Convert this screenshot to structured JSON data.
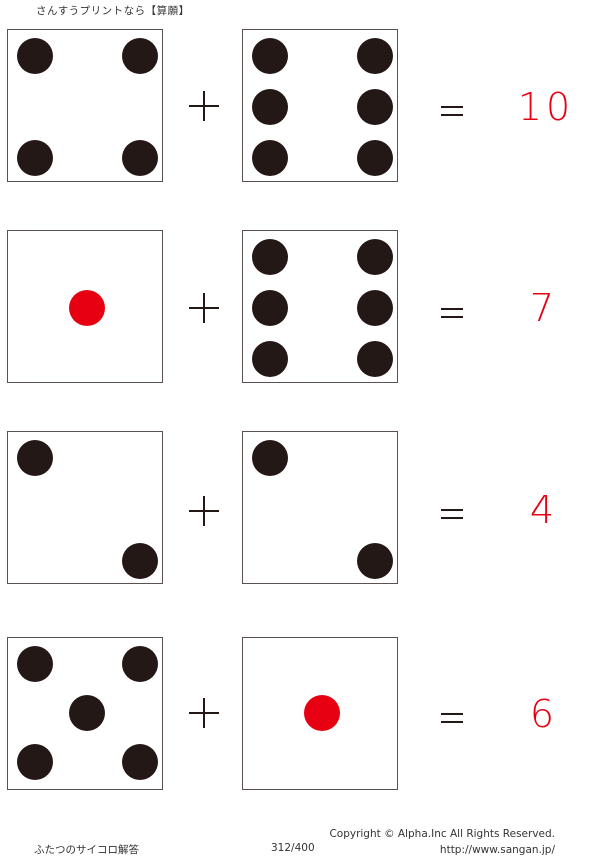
{
  "header": {
    "title": "さんすうプリントなら【算願】"
  },
  "colors": {
    "pip": "#231815",
    "accent": "#e60012",
    "border": "#5a5250"
  },
  "problems": [
    {
      "left_die": 4,
      "right_die": 6,
      "operator": "+",
      "equals": "=",
      "answer": "10"
    },
    {
      "left_die": 1,
      "right_die": 6,
      "operator": "+",
      "equals": "=",
      "answer": "7"
    },
    {
      "left_die": 2,
      "right_die": 2,
      "operator": "+",
      "equals": "=",
      "answer": "4"
    },
    {
      "left_die": 5,
      "right_die": 1,
      "operator": "+",
      "equals": "=",
      "answer": "6"
    }
  ],
  "footer": {
    "worksheet_title": "ふたつのサイコロ解答",
    "page": "312/400",
    "copyright": "Copyright ©  Alpha.Inc All Rights Reserved.",
    "url": "http://www.sangan.jp/"
  }
}
